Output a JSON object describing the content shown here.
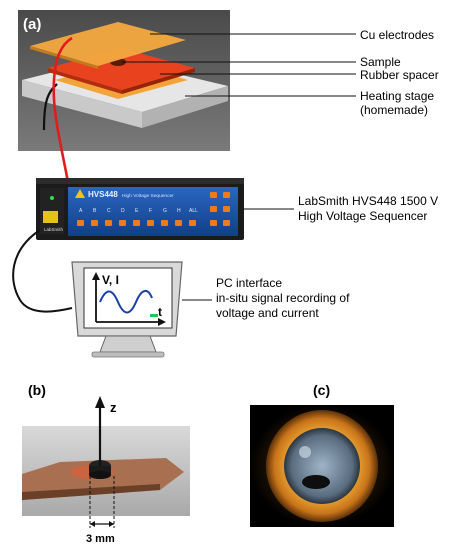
{
  "panels": {
    "a": "(a)",
    "b": "(b)",
    "c": "(c)"
  },
  "labels": {
    "cu_electrodes": "Cu electrodes",
    "sample": "Sample",
    "rubber_spacer": "Rubber spacer",
    "heating_stage_l1": "Heating stage",
    "heating_stage_l2": "(homemade)",
    "sequencer_l1": "LabSmith HVS448 1500 V",
    "sequencer_l2": "High Voltage Sequencer",
    "pc_l1": "PC interface",
    "pc_l2": "in-situ signal recording of",
    "pc_l3": "voltage and current"
  },
  "device": {
    "model": "HVS448",
    "subtitle": "High Voltage Sequencer",
    "brand": "LabSmith",
    "channels": [
      "A",
      "B",
      "C",
      "D",
      "E",
      "F",
      "G",
      "H",
      "ALL"
    ]
  },
  "monitor": {
    "y_axis": "V, I",
    "x_axis": "t"
  },
  "photo_b": {
    "axis": "z",
    "scale": "3 mm"
  },
  "colors": {
    "electrode": "#f2a33a",
    "rubber": "#e8431e",
    "stage": "#e3e3e3",
    "device_panel": "#1a4fa0",
    "wire_red": "#e11c1c",
    "wave": "#1a3fa8"
  }
}
